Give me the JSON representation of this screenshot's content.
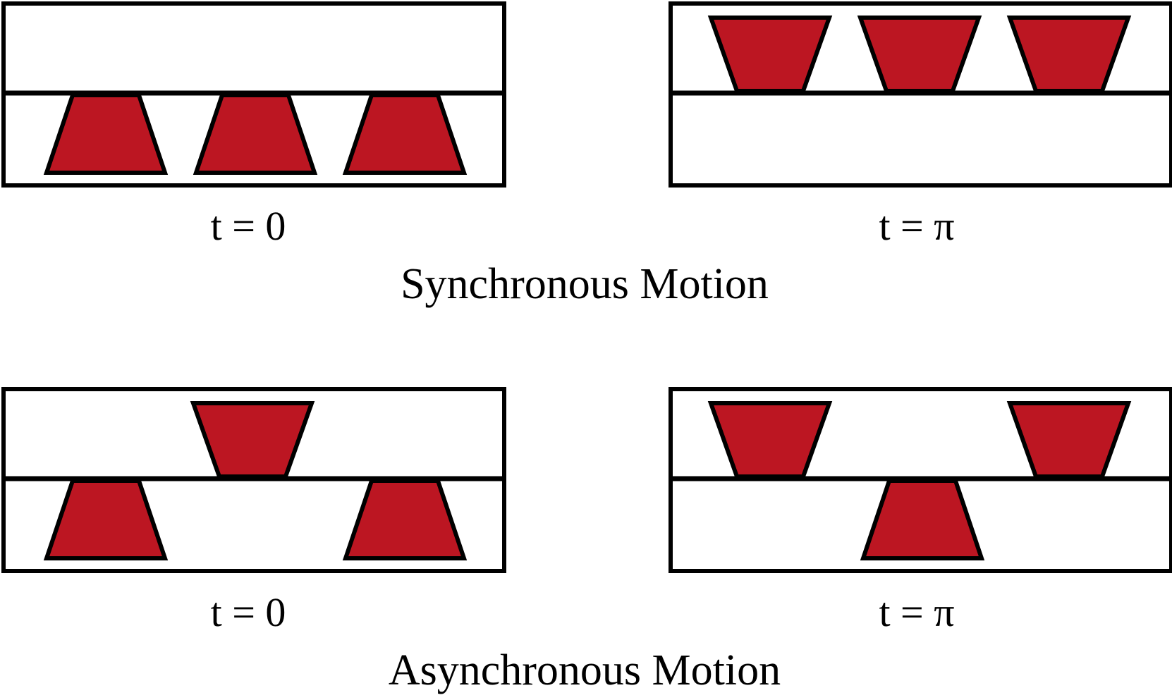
{
  "colors": {
    "piston_fill": "#BC1622",
    "stroke": "#000000",
    "background": "#FFFFFF"
  },
  "sections": [
    {
      "title": "Synchronous Motion",
      "panels": [
        {
          "label": "t = 0",
          "pistons": [
            {
              "slot": 0,
              "position": "bottom"
            },
            {
              "slot": 1,
              "position": "bottom"
            },
            {
              "slot": 2,
              "position": "bottom"
            }
          ]
        },
        {
          "label": "t = π",
          "pistons": [
            {
              "slot": 0,
              "position": "top"
            },
            {
              "slot": 1,
              "position": "top"
            },
            {
              "slot": 2,
              "position": "top"
            }
          ]
        }
      ]
    },
    {
      "title": "Asynchronous Motion",
      "panels": [
        {
          "label": "t = 0",
          "pistons": [
            {
              "slot": 0,
              "position": "bottom"
            },
            {
              "slot": 1,
              "position": "top"
            },
            {
              "slot": 2,
              "position": "bottom"
            }
          ]
        },
        {
          "label": "t = π",
          "pistons": [
            {
              "slot": 0,
              "position": "top"
            },
            {
              "slot": 1,
              "position": "bottom"
            },
            {
              "slot": 2,
              "position": "top"
            }
          ]
        }
      ]
    }
  ]
}
